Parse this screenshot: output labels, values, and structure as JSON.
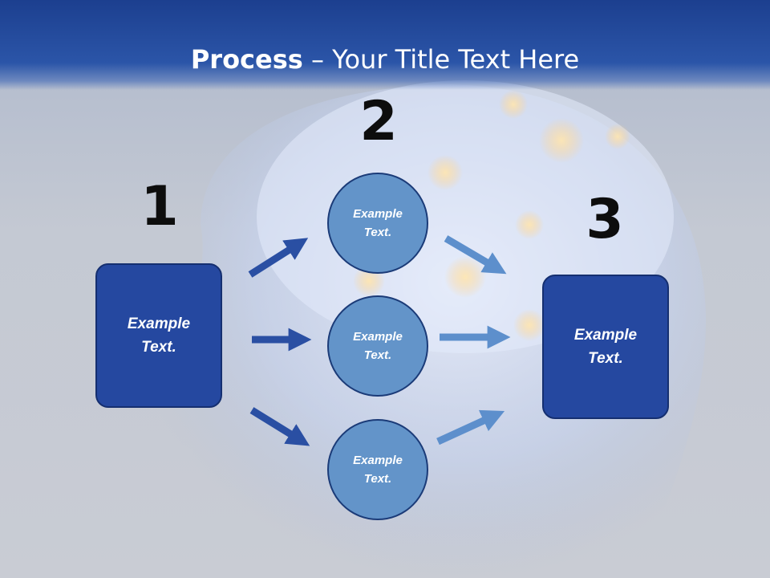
{
  "slide": {
    "title_bold": "Process",
    "title_rest": " – Your Title Text Here"
  },
  "steps": [
    {
      "number": "1",
      "text": "Example\nText."
    },
    {
      "number": "2",
      "items": [
        {
          "text": "Example\nText."
        },
        {
          "text": "Example\nText."
        },
        {
          "text": "Example\nText."
        }
      ]
    },
    {
      "number": "3",
      "text": "Example\nText."
    }
  ],
  "colors": {
    "header": "#2b55a8",
    "box_fill": "#2548a0",
    "circle_fill": "#6394c9",
    "arrow_dark": "#2a4fa3",
    "arrow_light": "#5d8fcc"
  }
}
